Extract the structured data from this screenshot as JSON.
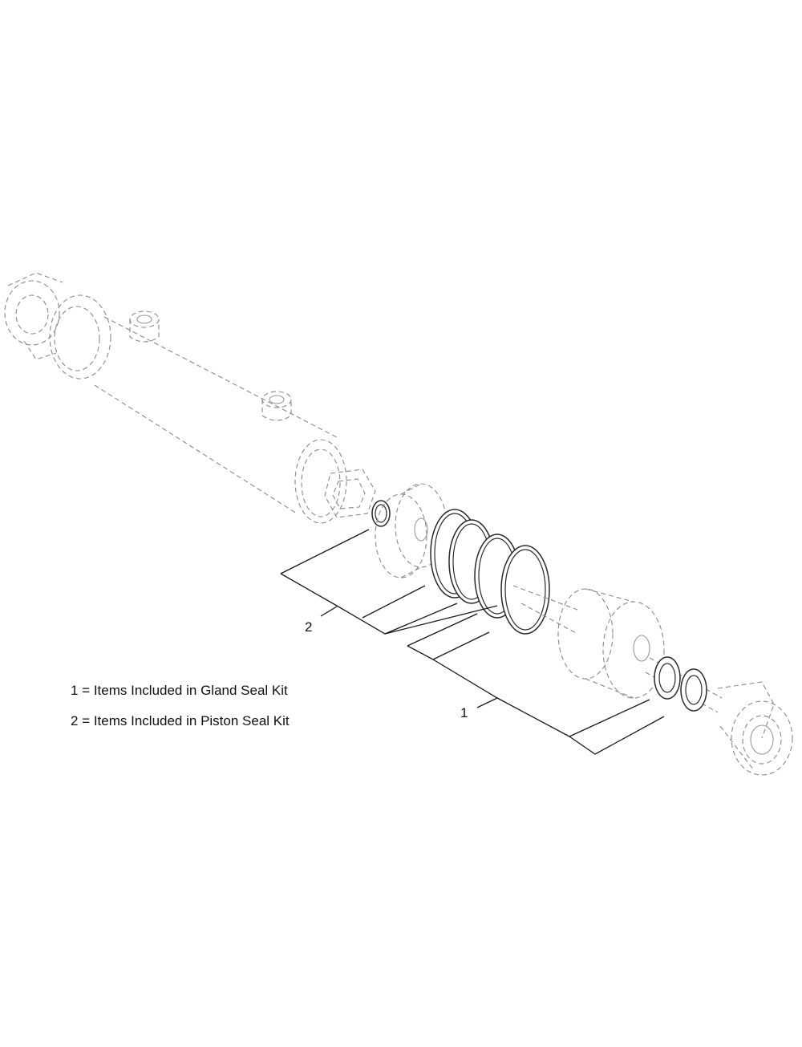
{
  "callouts": {
    "gland_kit_number": "1",
    "piston_kit_number": "2"
  },
  "legend": {
    "line1": "1 = Items Included in Gland Seal Kit",
    "line2": "2 = Items Included in Piston Seal Kit"
  }
}
